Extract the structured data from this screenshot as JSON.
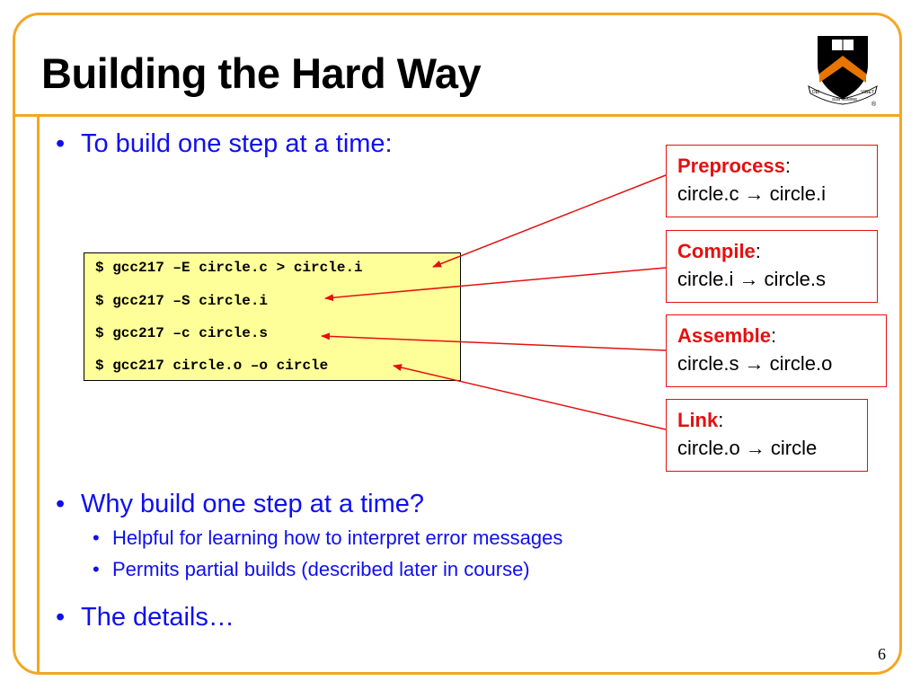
{
  "slide": {
    "title": "Building the Hard Way",
    "page_number": "6"
  },
  "bullets": {
    "b1": "To build one step at a time:",
    "b2": "Why build one step at a time?",
    "b2_sub1": "Helpful for learning how to interpret error messages",
    "b2_sub2": "Permits partial builds (described later in course)",
    "b3": "The details…"
  },
  "code": {
    "lines": [
      "$ gcc217 –E circle.c > circle.i",
      "$ gcc217 –S circle.i",
      "$ gcc217 –c circle.s",
      "$ gcc217 circle.o –o circle"
    ]
  },
  "callouts": [
    {
      "label": "Preprocess",
      "colon": ":",
      "detail": "circle.c → circle.i"
    },
    {
      "label": "Compile",
      "colon": ":",
      "detail": "circle.i → circle.s"
    },
    {
      "label": "Assemble",
      "colon": ":",
      "detail": "circle.s → circle.o"
    },
    {
      "label": "Link",
      "colon": ":",
      "detail": "circle.o → circle"
    }
  ],
  "logo": {
    "banner_left": "DEI",
    "banner_mid": "SUB NUMINE",
    "banner_right": "VIGET",
    "registered": "®"
  },
  "colors": {
    "frame": "#f5a623",
    "bullet_text": "#0f0ff0",
    "callout": "#e41010",
    "code_bg": "#ffff99",
    "shield_orange": "#e77500"
  }
}
